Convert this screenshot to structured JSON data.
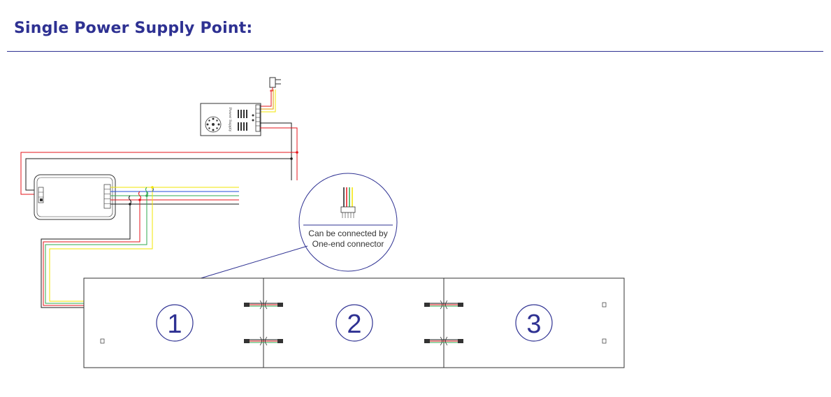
{
  "page": {
    "title": "Single Power Supply Point:"
  },
  "colors": {
    "title": "#2e3192",
    "wire_red": "#e5141b",
    "wire_black": "#1a1a1a",
    "wire_green": "#2fa84f",
    "wire_yellow": "#f2e600",
    "wire_blue": "#1f4ed8",
    "outline": "#333333"
  },
  "power_supply": {
    "label": "Power Supply"
  },
  "callout": {
    "line1": "Can be connected by",
    "line2": "One-end connector"
  },
  "panels": [
    {
      "number": "1"
    },
    {
      "number": "2"
    },
    {
      "number": "3"
    }
  ]
}
